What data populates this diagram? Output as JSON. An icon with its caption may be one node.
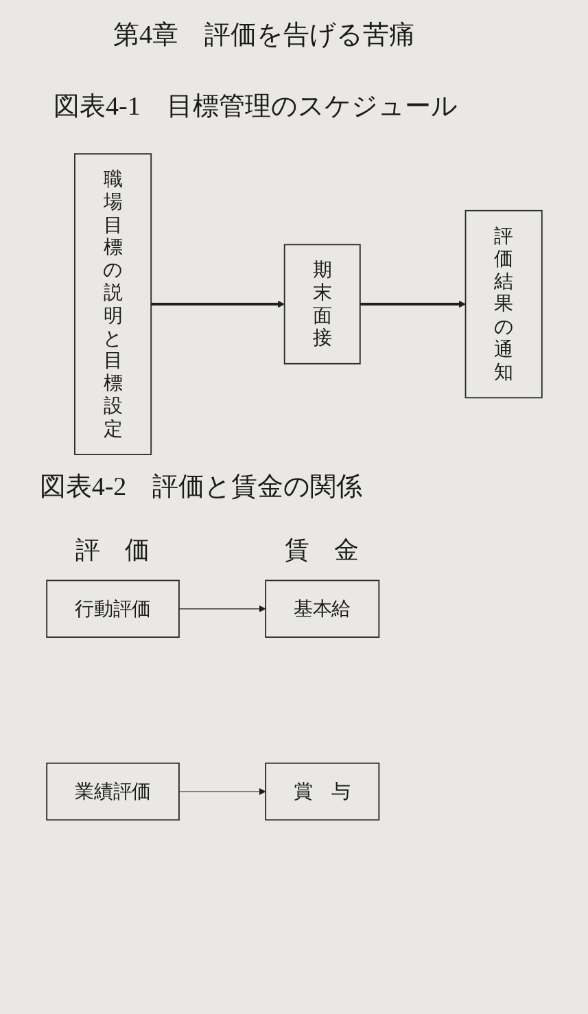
{
  "diagram": {
    "nodes": [
      {
        "text": [
          "職場目標の説明と目標設定"
        ]
      },
      {
        "text": [
          "期末面接"
        ]
      },
      {
        "text": [
          "評価結果の通知"
        ]
      },
      {
        "text": [
          "基本給"
        ]
      },
      {
        "text": [
          "行動評価"
        ]
      },
      {
        "text": [
          "賞　与"
        ]
      },
      {
        "text": [
          "業績評価"
        ]
      }
    ],
    "edges": [
      {
        "from": 0,
        "to": 1,
        "arrow": "to",
        "style": "thick"
      },
      {
        "from": 1,
        "to": 2,
        "arrow": "to",
        "style": "thick"
      },
      {
        "from": 4,
        "to": 3,
        "arrow": "to"
      },
      {
        "from": 6,
        "to": 5,
        "arrow": "to"
      }
    ],
    "labels": [
      "第4章　評価を告げる苦痛",
      "図表4-1　目標管理のスケジュール",
      "図表4-2　評価と賃金の関係",
      "賃　金",
      "評　価"
    ]
  }
}
